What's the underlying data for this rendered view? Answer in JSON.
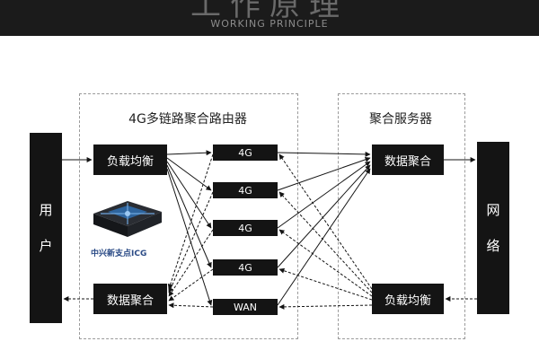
{
  "banner": {
    "title": "工作原理",
    "subtitle": "WORKING PRINCIPLE"
  },
  "router": {
    "title": "4G多链路聚合路由器",
    "load_balance": "负载均衡",
    "data_aggregation": "数据聚合",
    "device_caption": "中兴新支点ICG"
  },
  "links": [
    "4G",
    "4G",
    "4G",
    "4G",
    "WAN"
  ],
  "server": {
    "title": "聚合服务器",
    "data_aggregation": "数据聚合",
    "load_balance": "负载均衡"
  },
  "user": {
    "chars": [
      "用",
      "户"
    ]
  },
  "network": {
    "chars": [
      "网",
      "络"
    ]
  },
  "colors": {
    "banner_bg": "#1b1b1b",
    "box_bg": "#141414",
    "accent_device": "#2f6fb0"
  },
  "icons": {
    "device": "router-device-icon"
  }
}
